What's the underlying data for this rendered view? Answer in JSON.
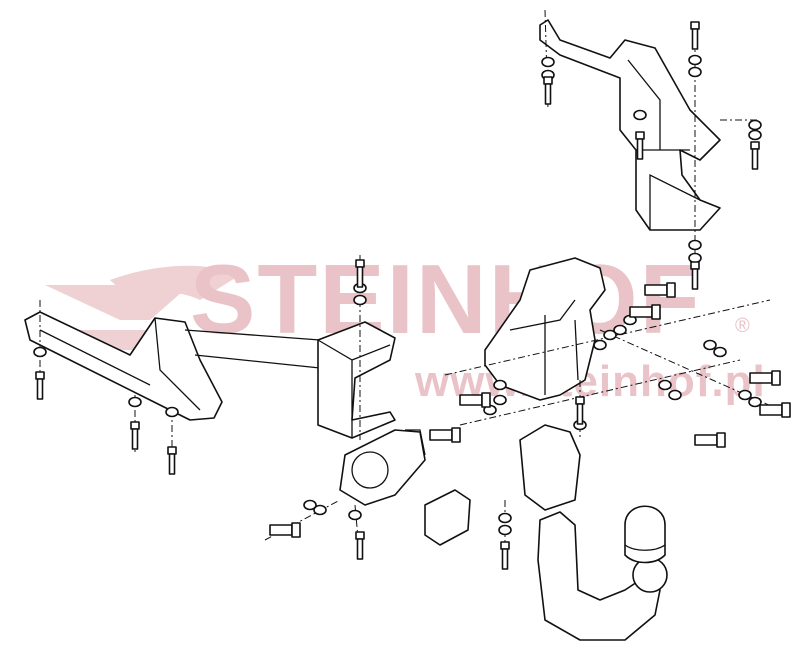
{
  "diagram": {
    "title": "Towbar exploded assembly diagram",
    "watermark": {
      "brand": "STEINHOF",
      "registered": "®",
      "url": "www.steinhof.pl",
      "color": "#e9c3c7"
    },
    "line_color": "#111111"
  }
}
